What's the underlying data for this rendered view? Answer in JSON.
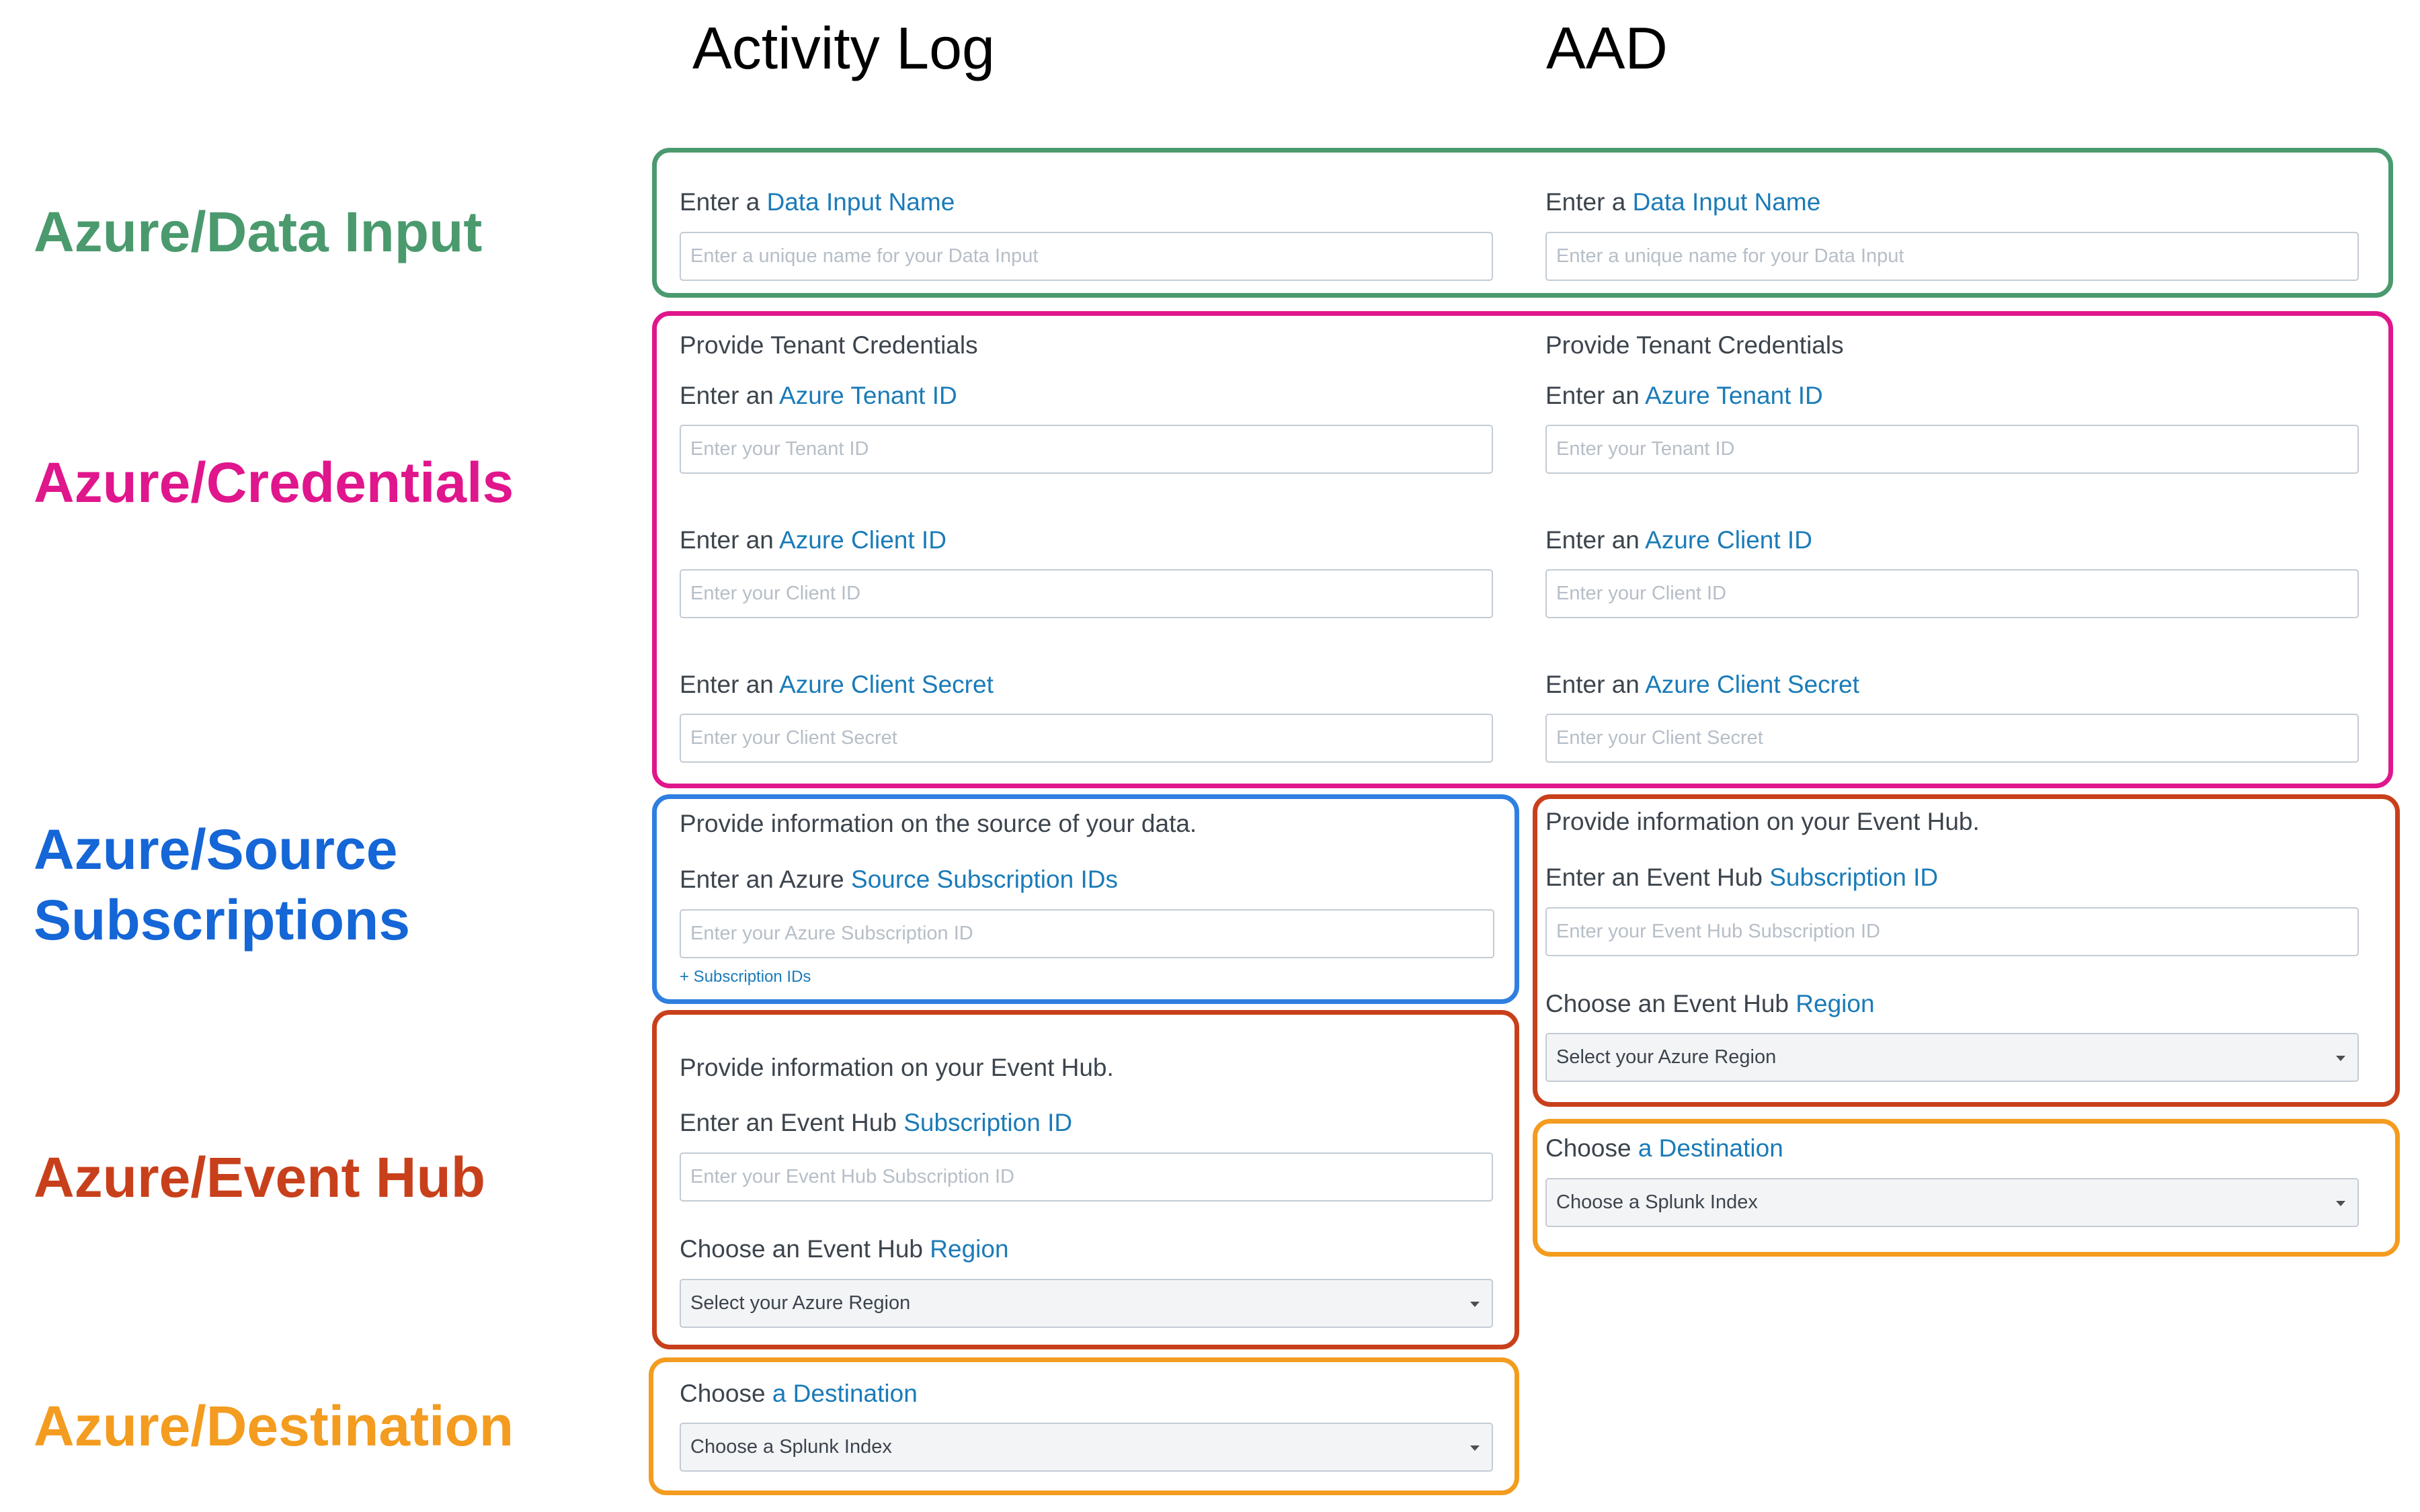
{
  "columns": {
    "activity_log": "Activity Log",
    "aad": "AAD"
  },
  "sections": {
    "data_input": {
      "label": "Azure/Data Input",
      "color": "#4a9a6e"
    },
    "credentials": {
      "label": "Azure/Credentials",
      "color": "#e0168c"
    },
    "source_subscriptions": {
      "label_line1": "Azure/Source",
      "label_line2": "Subscriptions",
      "color": "#1566d6"
    },
    "event_hub": {
      "label": "Azure/Event Hub",
      "color": "#c8401b"
    },
    "destination": {
      "label": "Azure/Destination",
      "color": "#f39c1f"
    }
  },
  "accent_color": "#1a7bb8",
  "data_input": {
    "prefix": "Enter a ",
    "highlight": "Data Input Name",
    "placeholder": "Enter a unique name for your Data Input"
  },
  "credentials": {
    "heading": "Provide Tenant Credentials",
    "tenant": {
      "prefix": "Enter an ",
      "highlight": "Azure Tenant ID",
      "placeholder": "Enter your Tenant ID"
    },
    "client": {
      "prefix": "Enter an ",
      "highlight": "Azure Client ID",
      "placeholder": "Enter your Client ID"
    },
    "secret": {
      "prefix": "Enter an ",
      "highlight": "Azure Client Secret",
      "placeholder": "Enter your Client Secret"
    }
  },
  "source": {
    "heading": "Provide information on the source of your data.",
    "prefix": "Enter an Azure ",
    "highlight": "Source Subscription IDs",
    "placeholder": "Enter your Azure Subscription ID",
    "add_link": "+ Subscription IDs"
  },
  "event_hub": {
    "heading": "Provide information on your Event Hub.",
    "sub_prefix": "Enter an Event Hub ",
    "sub_highlight": "Subscription ID",
    "sub_placeholder": "Enter your Event Hub Subscription ID",
    "region_prefix": "Choose an Event Hub ",
    "region_highlight": "Region",
    "region_value": "Select your Azure Region"
  },
  "destination": {
    "prefix": "Choose ",
    "highlight": "a Destination",
    "index_value": "Choose a Splunk Index"
  }
}
